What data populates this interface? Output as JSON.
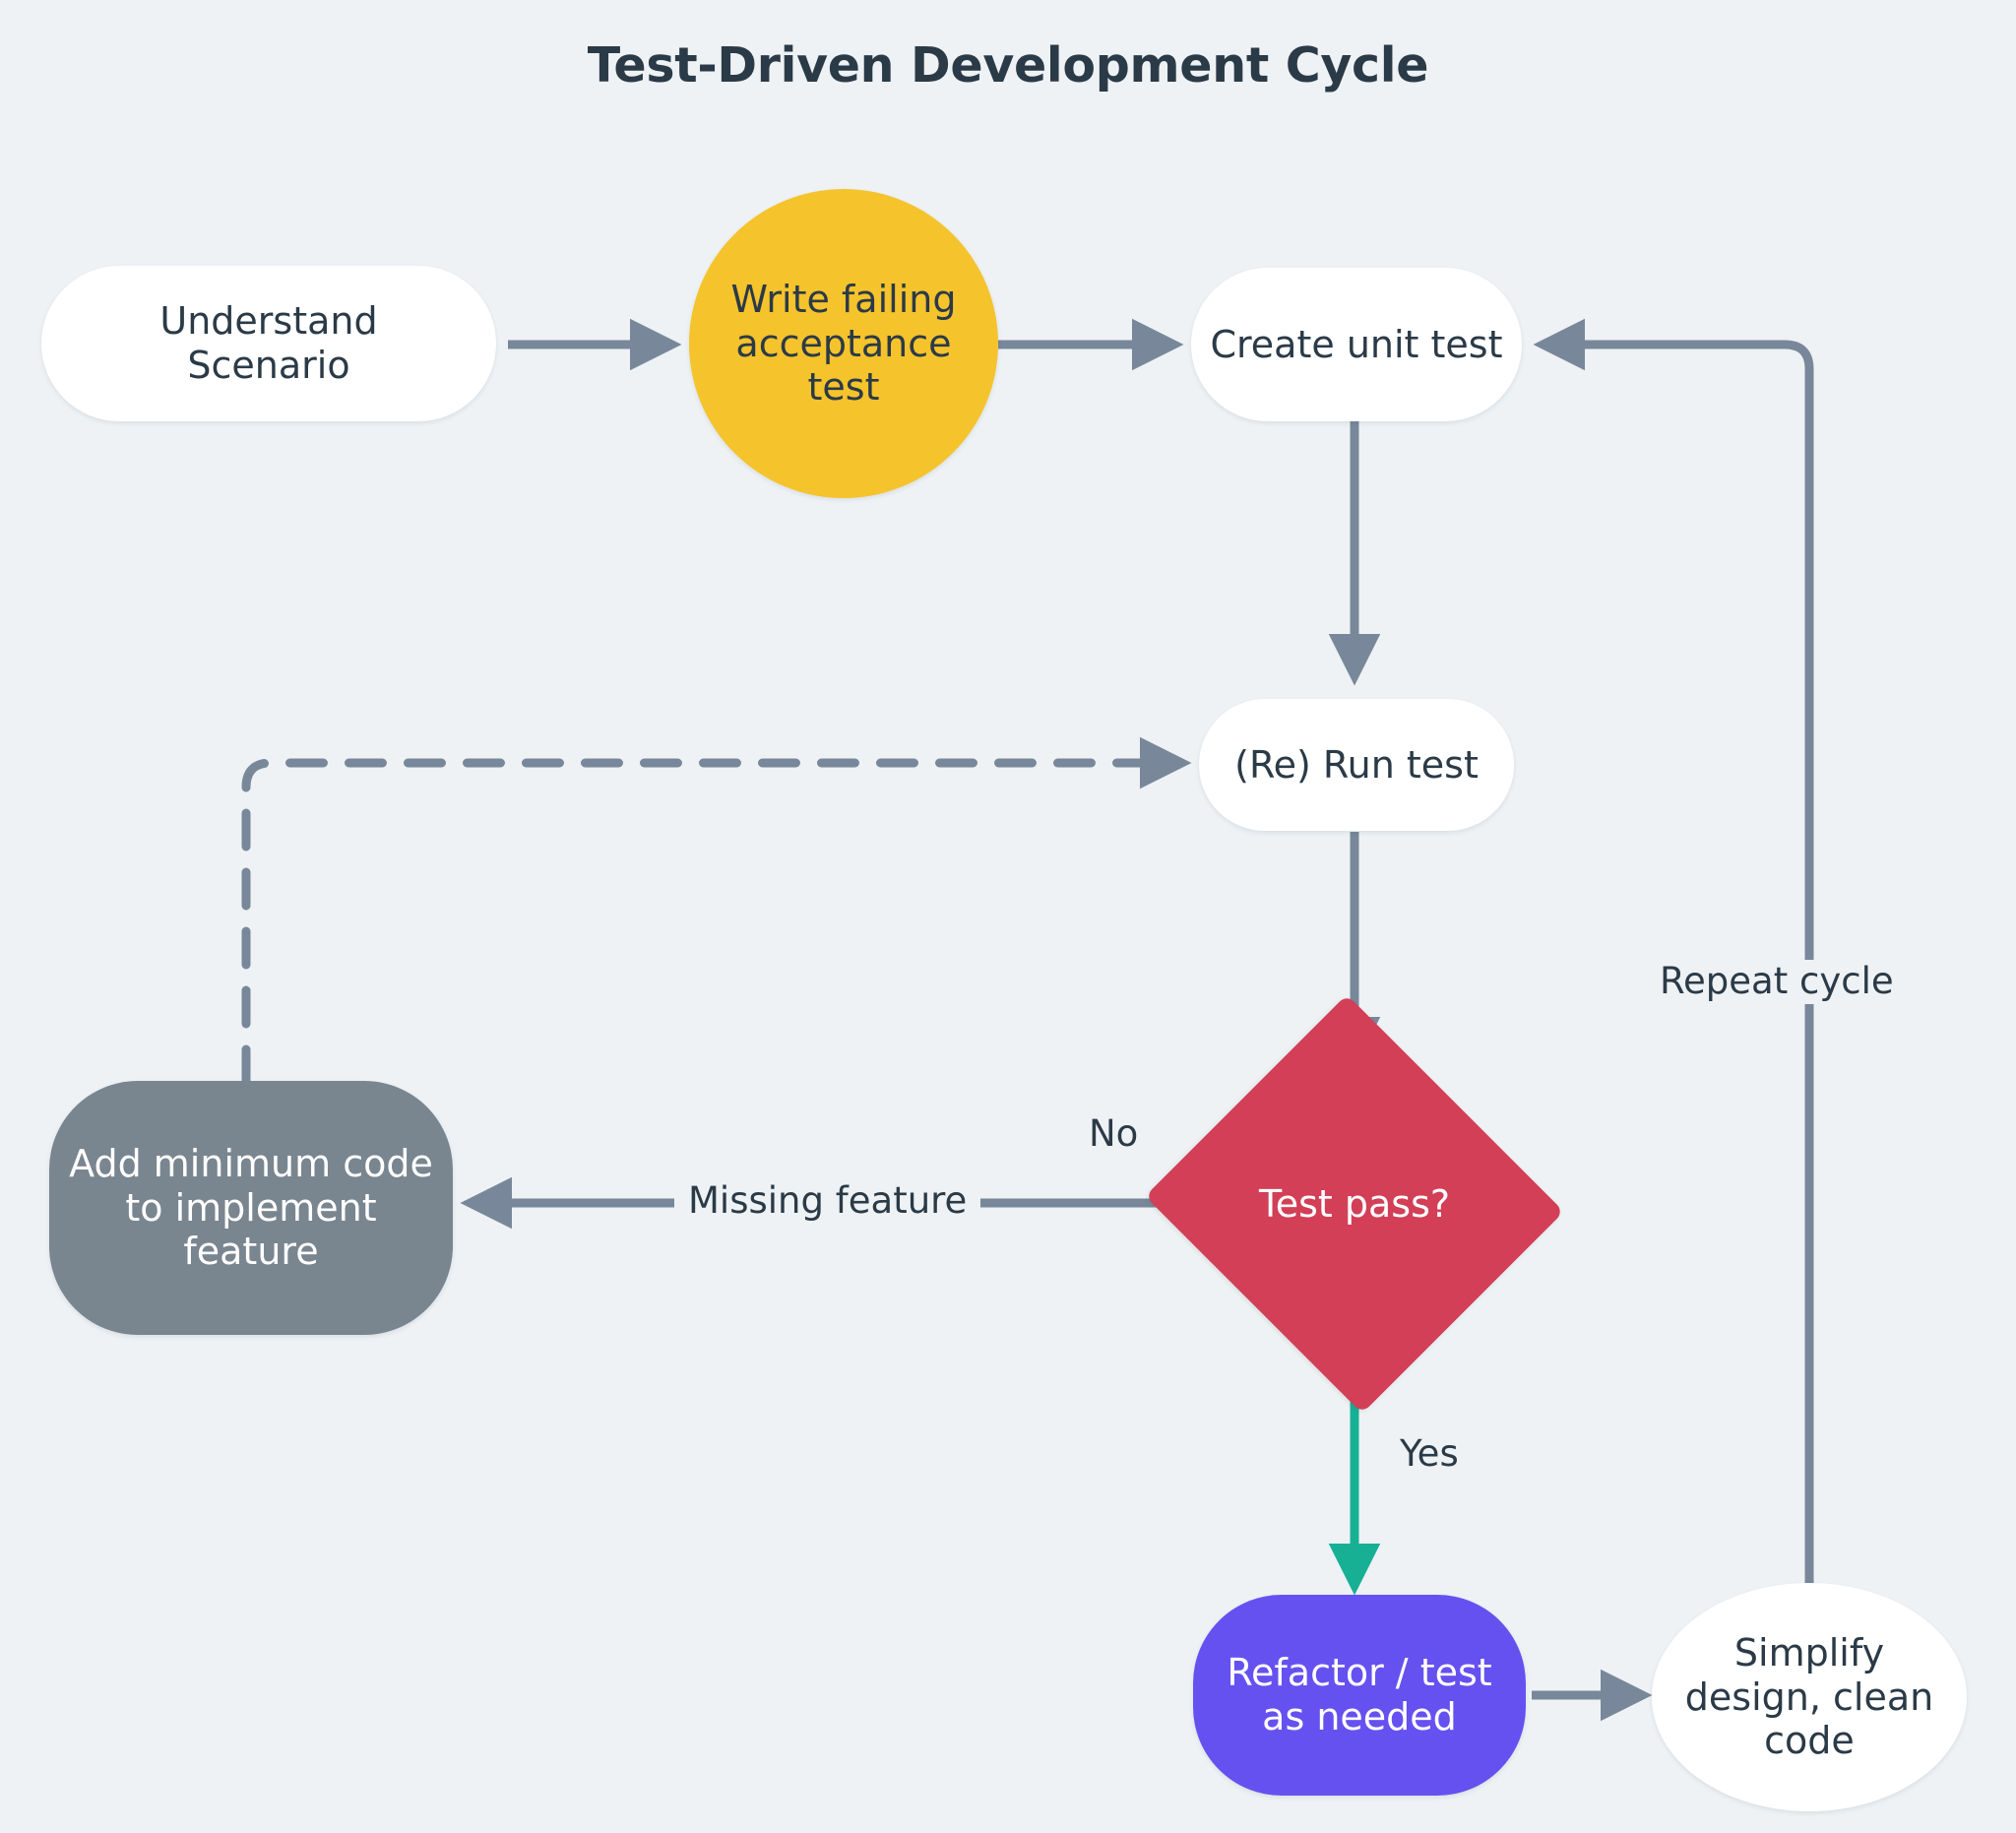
{
  "title": "Test-Driven Development Cycle",
  "colors": {
    "background": "#eef2f5",
    "node_white": "#ffffff",
    "text_dark": "#2b3a47",
    "text_light": "#ffffff",
    "yellow": "#f5c32b",
    "red": "#d23f56",
    "gray": "#79858f",
    "purple": "#6551f0",
    "teal": "#17b095",
    "edge": "#78889a"
  },
  "nodes": [
    {
      "id": "understand",
      "label": "Understand\nScenario",
      "shape": "pill",
      "fill": "#ffffff",
      "text": "#2b3a47"
    },
    {
      "id": "write_accept",
      "label": "Write failing\nacceptance\ntest",
      "shape": "circle",
      "fill": "#f5c32b",
      "text": "#2b3a47"
    },
    {
      "id": "create_unit",
      "label": "Create unit test",
      "shape": "pill",
      "fill": "#ffffff",
      "text": "#2b3a47"
    },
    {
      "id": "rerun",
      "label": "(Re) Run test",
      "shape": "pill",
      "fill": "#ffffff",
      "text": "#2b3a47"
    },
    {
      "id": "test_pass",
      "label": "Test pass?",
      "shape": "diamond",
      "fill": "#d23f56",
      "text": "#ffffff"
    },
    {
      "id": "add_code",
      "label": "Add minimum code\nto implement\nfeature",
      "shape": "roundrect",
      "fill": "#79858f",
      "text": "#ffffff"
    },
    {
      "id": "refactor",
      "label": "Refactor / test\nas needed",
      "shape": "roundrect",
      "fill": "#6551f0",
      "text": "#ffffff"
    },
    {
      "id": "simplify",
      "label": "Simplify\ndesign, clean\ncode",
      "shape": "ellipse",
      "fill": "#ffffff",
      "text": "#2b3a47"
    }
  ],
  "edge_labels": {
    "no": "No",
    "missing_feature": "Missing feature",
    "yes": "Yes",
    "repeat_cycle": "Repeat cycle"
  }
}
